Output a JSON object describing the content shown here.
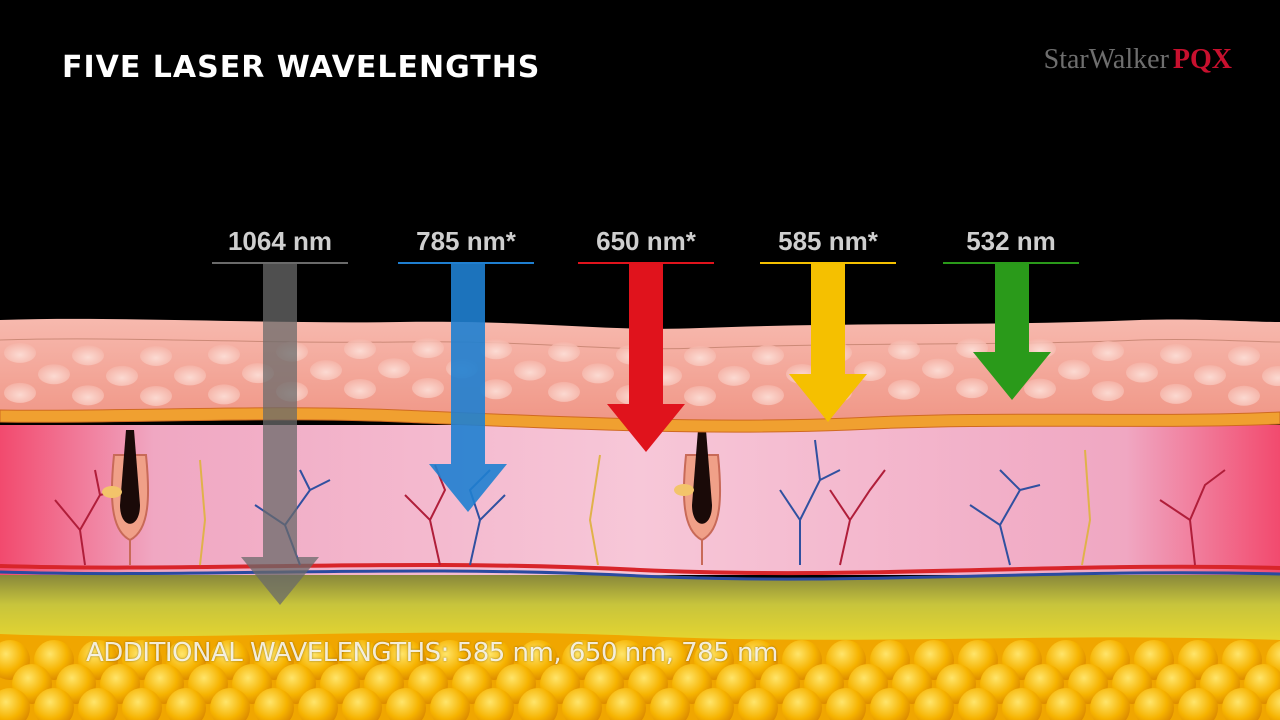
{
  "header": {
    "title": "FIVE LASER WAVELENGTHS",
    "logo_main": "StarWalker",
    "logo_suffix": "PQX"
  },
  "wavelengths": [
    {
      "label": "1064 nm",
      "color": "#6a6a6a",
      "depth": "subcutaneous-fat"
    },
    {
      "label": "785 nm*",
      "color": "#1f7fd0",
      "depth": "dermis"
    },
    {
      "label": "650 nm*",
      "color": "#e0131c",
      "depth": "upper-dermis"
    },
    {
      "label": "585 nm*",
      "color": "#f5c000",
      "depth": "epidermis"
    },
    {
      "label": "532 nm",
      "color": "#2a9a1a",
      "depth": "epidermis"
    }
  ],
  "footnote": "ADDITIONAL WAVELENGTHS: 585 nm, 650 nm, 785 nm",
  "colors": {
    "epidermis": "#f3a79c",
    "dermis": "#f2b4c8",
    "fat": "#f3b400",
    "background": "#000000",
    "logo_accent": "#c8102e"
  }
}
